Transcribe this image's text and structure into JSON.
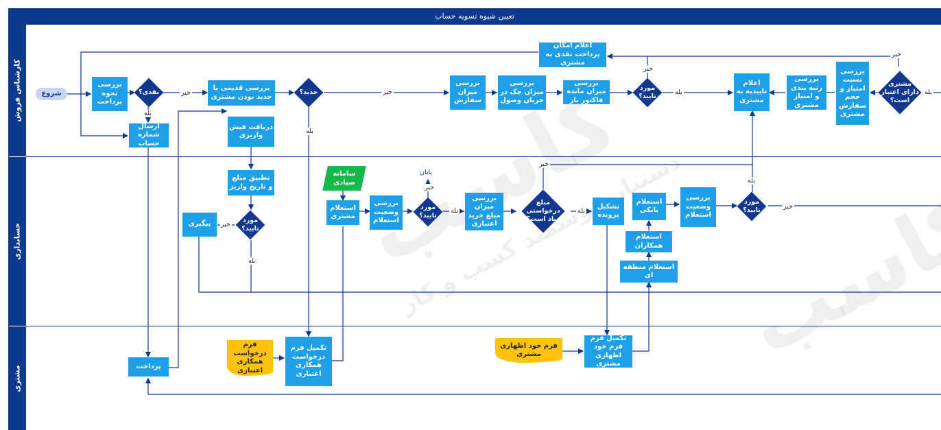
{
  "title": "تعیین شیوه تسویه حساب",
  "lanes": {
    "sales": "کارشناس فروش",
    "accounting": "حسابداری",
    "customer": "مشتری"
  },
  "nodes": {
    "start": "شروع",
    "check_payment": "بررسی نحوه پرداخت",
    "cash_q": "نقدی؟",
    "check_new_old": "بررسی قدیمی یا جدید بودن مشتری",
    "new_q": "جدید؟",
    "check_order_amount": "بررسی میزان سفارش",
    "check_cheques": "بررسی میزان چک در جریان وصول",
    "check_balance": "بررسی میزان مانده فاکتور باز",
    "approved_q1": "مورد تایید؟",
    "announce_approval": "اعلام تاییدیه به مشتری",
    "check_rank": "بررسی رتبه بندی و امتیاز مشتری",
    "check_ratio": "بررسی نسبت امتیاز و حجم سفارش مشتری",
    "credit_q": "مشتری دارای اعتبار است؟",
    "announce_cash": "اعلام امکان پرداخت نقدی به مشتری",
    "send_account": "ارسال شماره حساب",
    "receive_slip": "دریافت فیش واریزی",
    "match_amount": "تطبیق مبلغ و تاریخ واریز",
    "approved_q2": "مورد تایید؟",
    "followup": "پیگیری",
    "system": "سامانه صیادی",
    "inquiry_customer": "استعلام مشتری",
    "check_status": "بررسی وضعیت استعلام",
    "approved_q3": "مورد تایید؟",
    "end": "پایان",
    "check_purchase": "بررسی میزان مبلغ خرید اعتباری",
    "amount_q": "مبلغ درخواستی زیاد است؟",
    "make_file": "تشکیل پرونده",
    "bank_inquiry": "استعلام بانکی",
    "colleague_inquiry": "استعلام همکاران",
    "regional_inquiry": "استعلام منطقه ای",
    "check_inquiry_status": "بررسی وضعیت استعلام",
    "approved_q4": "مورد تایید؟",
    "pay": "پرداخت",
    "form_request": "فرم درخواست همکاری اعتباری",
    "fill_request": "تکمیل فرم درخواست همکاری اعتباری",
    "form_declare": "فرم خود اظهاری مشتری",
    "fill_declare": "تکمیل فرم فرم خود اظهاری مشتری"
  },
  "edge_labels": {
    "yes": "بله",
    "no": "خیر"
  },
  "colors": {
    "lane": "#0d3a8c",
    "process": "#1e9fe6",
    "decision": "#12378f",
    "document": "#ffc20e",
    "system": "#17b84a",
    "start": "#c9d5ef"
  },
  "watermark": {
    "brand": "کاسب",
    "tagline": "دستیار هوشمند کسب و کار"
  }
}
